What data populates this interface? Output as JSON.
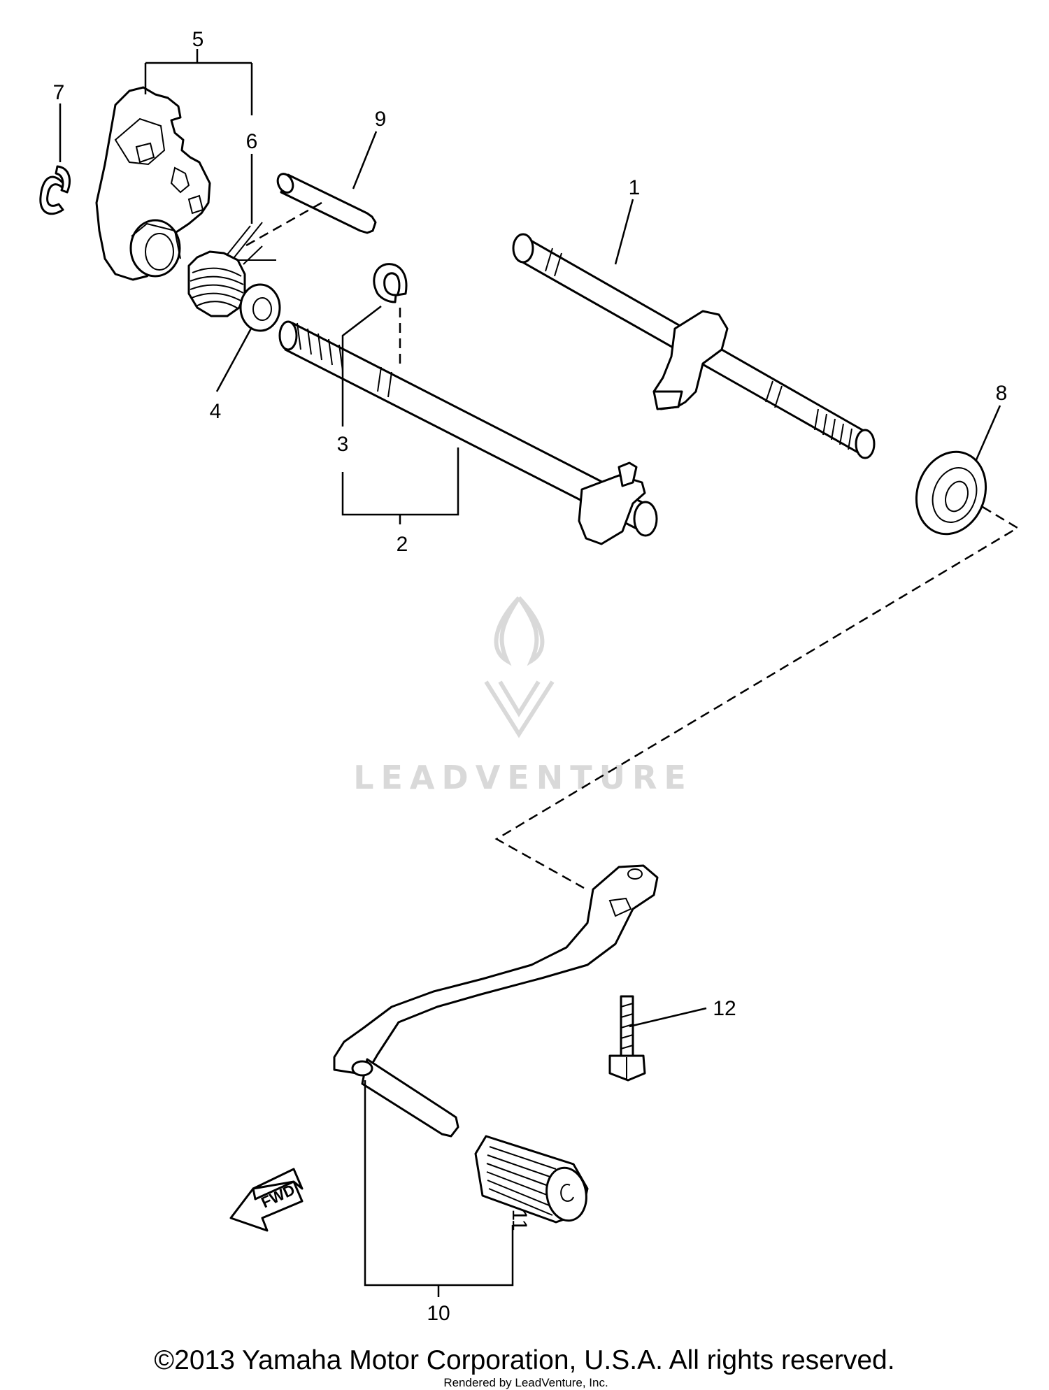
{
  "callouts": {
    "c1": "1",
    "c2": "2",
    "c3": "3",
    "c4": "4",
    "c5": "5",
    "c6": "6",
    "c7": "7",
    "c8": "8",
    "c9": "9",
    "c10": "10",
    "c11": "11",
    "c12": "12"
  },
  "fwd_label": "FWD",
  "watermark": "LEADVENTURE",
  "copyright": "©2013 Yamaha Motor Corporation, U.S.A. All rights reserved.",
  "rendered_by": "Rendered by LeadVenture, Inc."
}
